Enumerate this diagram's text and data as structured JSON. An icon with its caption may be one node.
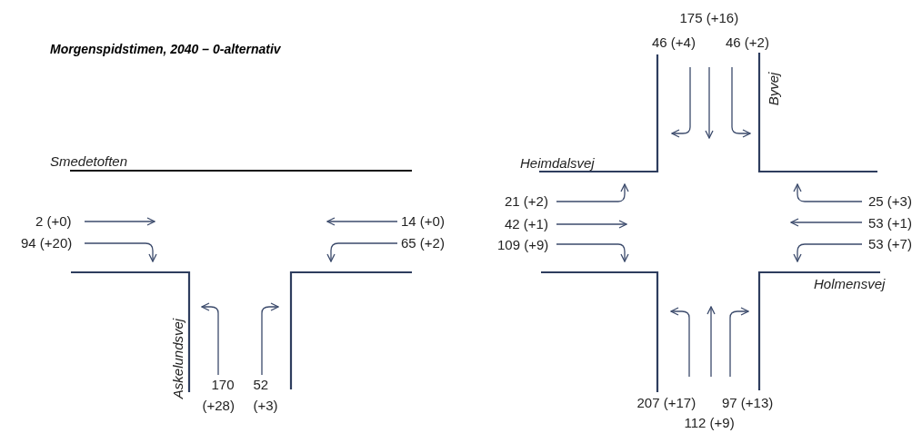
{
  "diagram": {
    "title": "Morgenspidstimen, 2040 – 0-alternativ",
    "labels": [
      "175 (+16)",
      "46 (+4)",
      "46 (+2)",
      "Byvej",
      "Smedetoften",
      "Heimdalsvej",
      "21 (+2)",
      "25 (+3)",
      "2 (+0)",
      "14 (+0)",
      "42 (+1)",
      "53 (+1)",
      "94 (+20)",
      "65 (+2)",
      "109 (+9)",
      "53 (+7)",
      "Holmensvej",
      "Askelundsvej",
      "170",
      "52",
      "(+28)",
      "(+3)",
      "207 (+17)",
      "97 (+13)",
      "112 (+9)"
    ]
  }
}
